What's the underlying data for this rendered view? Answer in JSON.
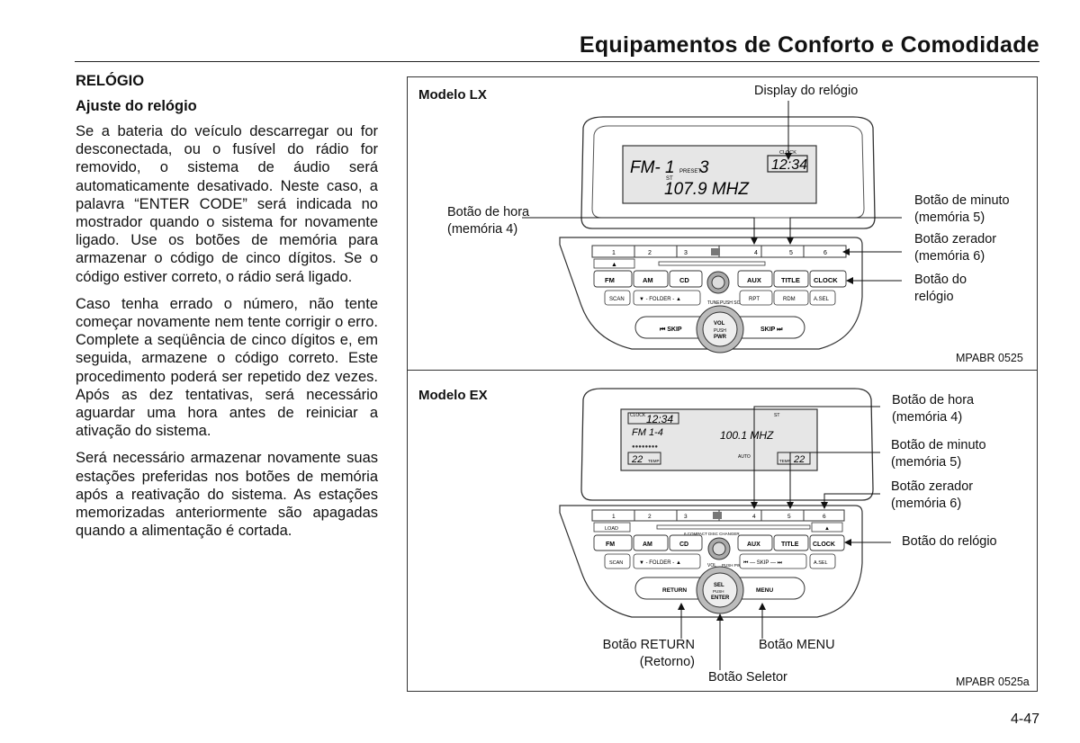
{
  "header": {
    "title": "Equipamentos de Conforto e Comodidade"
  },
  "content": {
    "section_title": "RELÓGIO",
    "subsection_title": "Ajuste do relógio",
    "paragraphs": [
      "Se a bateria do veículo descarregar ou for desconectada, ou o fusível do rádio for removido, o sistema de áudio será automaticamente desativado. Neste caso, a palavra “ENTER CODE” será indicada no mostrador quando o sistema for novamente ligado. Use os botões de memória para armazenar o código de cinco dígitos. Se o código estiver correto, o rádio será ligado.",
      "Caso tenha errado o número, não tente começar novamente nem tente corrigir o erro. Complete a seqüência de cinco dígitos e, em seguida, armazene o código correto. Este procedimento poderá ser repetido dez vezes. Após as dez tentativas, será necessário aguardar uma hora antes de reiniciar a ativação do sistema.",
      "Será necessário armazenar novamente suas estações preferidas nos botões de memória após a reativação do sistema. As estações memorizadas anteriormente são apagadas quando a alimentação é cortada."
    ]
  },
  "figure_lx": {
    "title": "Modelo LX",
    "code": "MPABR 0525",
    "callouts": {
      "display": "Display do relógio",
      "hour_line1": "Botão de hora",
      "hour_line2": "(memória 4)",
      "minute_line1": "Botão de minuto",
      "minute_line2": "(memória 5)",
      "reset_line1": "Botão zerador",
      "reset_line2": "(memória 6)",
      "clock_line1": "Botão do",
      "clock_line2": "relógio"
    },
    "display": {
      "band": "FM- 1",
      "preset_label": "PRESET",
      "preset": "3",
      "st": "ST",
      "freq": "107.9 MHZ",
      "clock_label": "CLOCK",
      "time": "12:34"
    },
    "buttons": {
      "presets": [
        "1",
        "2",
        "3",
        "4",
        "5",
        "6"
      ],
      "eject": "▲",
      "fm": "FM",
      "am": "AM",
      "cd": "CD",
      "aux": "AUX",
      "title": "TITLE",
      "clock": "CLOCK",
      "scan": "SCAN",
      "folder": "▼  - FOLDER -  ▲",
      "tune": "TUNE",
      "sound": "PUSH SOUND",
      "rpt": "RPT",
      "rdm": "RDM",
      "asel": "A.SEL",
      "skip_left": "⏮ SKIP",
      "skip_right": "SKIP ⏭",
      "vol": "VOL",
      "push": "PUSH",
      "pwr": "PWR"
    }
  },
  "figure_ex": {
    "title": "Modelo EX",
    "code": "MPABR 0525a",
    "callouts": {
      "hour_line1": "Botão de hora",
      "hour_line2": "(memória 4)",
      "minute_line1": "Botão de minuto",
      "minute_line2": "(memória 5)",
      "reset_line1": "Botão zerador",
      "reset_line2": "(memória 6)",
      "clock": "Botão do relógio",
      "return_line1": "Botão RETURN",
      "return_line2": "(Retorno)",
      "menu": "Botão MENU",
      "selector": "Botão Seletor"
    },
    "display": {
      "clock_label": "CLOCK",
      "time": "12:34",
      "band": "FM 1-4",
      "freq": "100.1 MHZ",
      "st": "ST",
      "temp_left": "22",
      "temp_right": "22",
      "temp_label": "TEMP",
      "auto": "AUTO"
    },
    "buttons": {
      "presets": [
        "1",
        "2",
        "3",
        "4",
        "5",
        "6"
      ],
      "load": "LOAD",
      "eject": "▲",
      "changer": "6 COMPACT DISC CHANGER",
      "fm": "FM",
      "am": "AM",
      "cd": "CD",
      "aux": "AUX",
      "title": "TITLE",
      "clock": "CLOCK",
      "scan": "SCAN",
      "folder": "▼  - FOLDER -  ▲",
      "vol": "VOL",
      "pwr": "PUSH PWR",
      "skip": "⏮  —  SKIP  —  ⏭",
      "asel": "A.SEL",
      "return": "RETURN",
      "menu": "MENU",
      "sel": "SEL",
      "push": "PUSH",
      "enter": "ENTER"
    }
  },
  "footer": {
    "page_number": "4-47"
  }
}
